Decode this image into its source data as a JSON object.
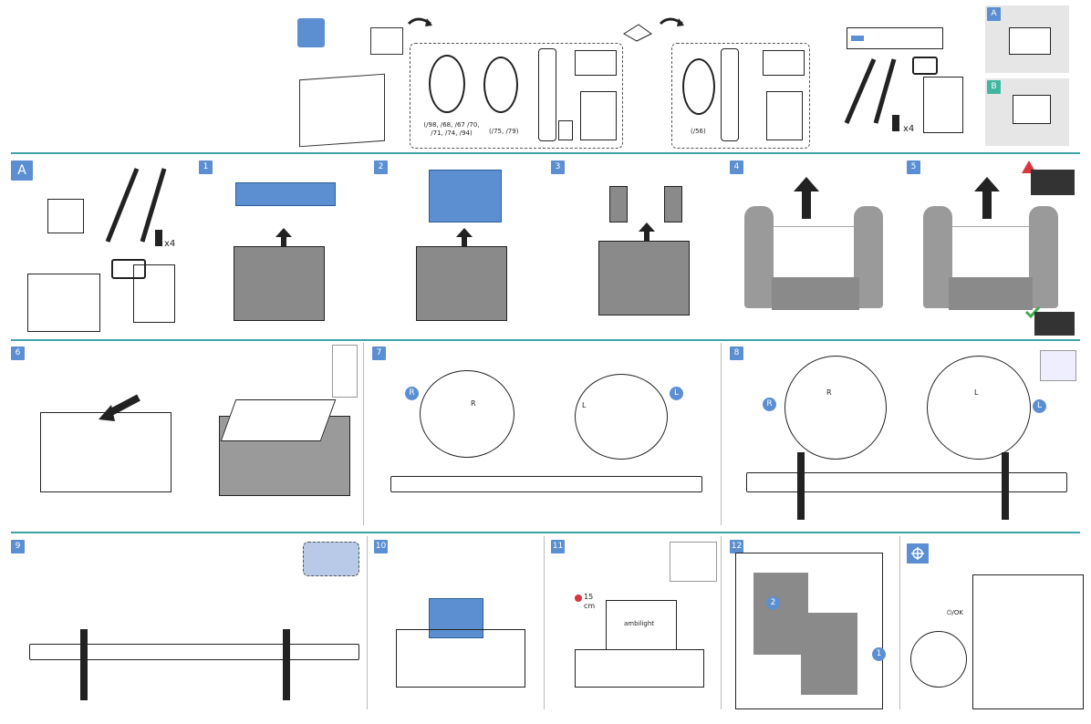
{
  "top": {
    "cable_label_1": "(/98, /68, /67 /70, /71, /74, /94)",
    "cable_label_2": "(/75, /79)",
    "cable_label_3": "(/56)",
    "screws_count": "x4",
    "stand_variants": [
      "A",
      "B"
    ]
  },
  "sections": [
    {
      "id": "A",
      "screws_count": "x4"
    },
    {
      "id": "1"
    },
    {
      "id": "2"
    },
    {
      "id": "3"
    },
    {
      "id": "4"
    },
    {
      "id": "5"
    },
    {
      "id": "6"
    },
    {
      "id": "7",
      "left_marker": "R",
      "right_marker": "L",
      "left_panel_letter": "R",
      "right_panel_letter": "L"
    },
    {
      "id": "8",
      "left_marker": "R",
      "right_marker": "L",
      "left_panel_letter": "R",
      "right_panel_letter": "L"
    },
    {
      "id": "9"
    },
    {
      "id": "10"
    },
    {
      "id": "11",
      "distance": "15",
      "unit": "cm",
      "brand": "ambilight"
    },
    {
      "id": "12",
      "step_a": "2",
      "step_b": "1"
    },
    {
      "id": "power",
      "button_label": "⏻/OK"
    }
  ],
  "colors": {
    "accent": "#5b8fd1",
    "divider": "#3fa4a8",
    "box": "#8a8a8a",
    "blue": "#5b8fd1",
    "warn": "#d9363e",
    "ok": "#3cab4b"
  }
}
